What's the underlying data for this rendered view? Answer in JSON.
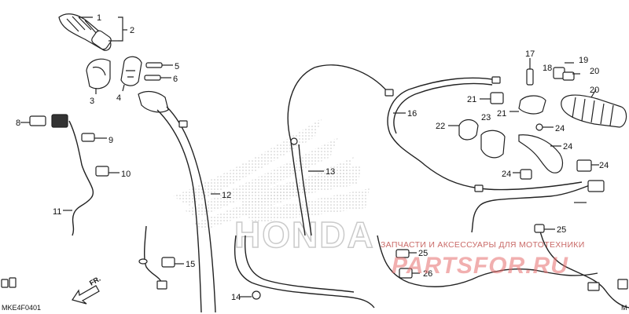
{
  "diagram_code": "MKE4F0401",
  "watermark": {
    "brand_word": "HONDA",
    "shop_text": "ЗАПЧАСТИ И АКСЕССУАРЫ ДЛЯ МОТОТЕХНИКИ",
    "shop_brand": "PARTSFOR.RU"
  },
  "direction": "FR.",
  "edge_letter": "M",
  "callouts": [
    "1",
    "2",
    "3",
    "4",
    "5",
    "6",
    "8",
    "9",
    "10",
    "11",
    "12",
    "13",
    "14",
    "15",
    "16",
    "17",
    "18",
    "19",
    "20",
    "20",
    "21",
    "21",
    "22",
    "23",
    "24",
    "24",
    "24",
    "24",
    "25",
    "25",
    "26"
  ]
}
